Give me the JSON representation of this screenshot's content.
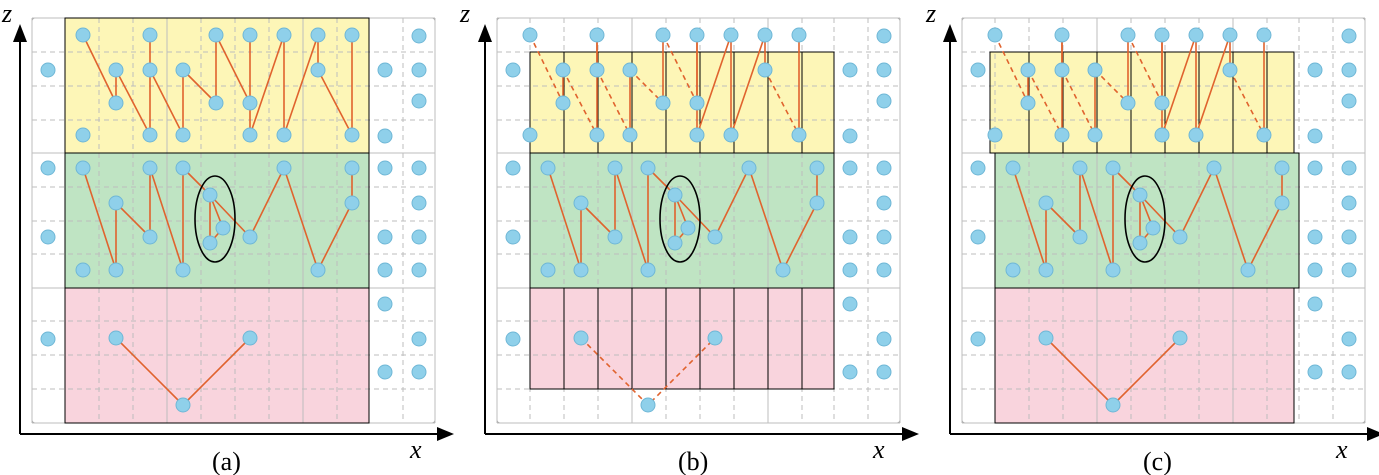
{
  "colors": {
    "yellow": "#fdf6b7",
    "green": "#bfe4c3",
    "pink": "#f9d4dd",
    "node": "#8fd0ea",
    "node_stroke": "#6fb7d6",
    "path": "#e0632e",
    "grid": "#bdbdbd",
    "frame": "#9e9e9e"
  },
  "panels": [
    {
      "caption": "(a)",
      "x_label": "x",
      "z_label": "z"
    },
    {
      "caption": "(b)",
      "x_label": "x",
      "z_label": "z"
    },
    {
      "caption": "(c)",
      "x_label": "x",
      "z_label": "z"
    }
  ]
}
